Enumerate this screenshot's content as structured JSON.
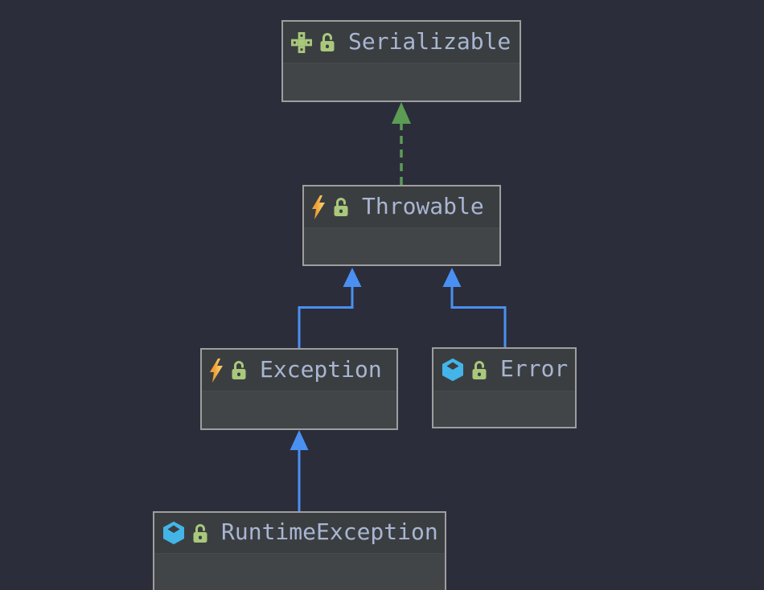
{
  "diagram": {
    "type": "uml-class-diagram",
    "nodes": [
      {
        "id": "serializable",
        "label": "Serializable",
        "kind": "interface",
        "type_icon": "interface-icon",
        "visibility_icon": "lock-icon"
      },
      {
        "id": "throwable",
        "label": "Throwable",
        "kind": "exception-class",
        "type_icon": "exception-class-icon",
        "visibility_icon": "lock-icon"
      },
      {
        "id": "exception",
        "label": "Exception",
        "kind": "exception-class",
        "type_icon": "exception-class-icon",
        "visibility_icon": "lock-icon"
      },
      {
        "id": "error",
        "label": "Error",
        "kind": "class",
        "type_icon": "class-icon",
        "visibility_icon": "lock-icon"
      },
      {
        "id": "runtimeexception",
        "label": "RuntimeException",
        "kind": "class",
        "type_icon": "class-icon",
        "visibility_icon": "lock-icon"
      }
    ],
    "edges": [
      {
        "from": "Throwable",
        "to": "Serializable",
        "relation": "implements",
        "line_style": "dashed",
        "color": "#5c9c55"
      },
      {
        "from": "Exception",
        "to": "Throwable",
        "relation": "extends",
        "line_style": "solid",
        "color": "#4a90f2"
      },
      {
        "from": "Error",
        "to": "Throwable",
        "relation": "extends",
        "line_style": "solid",
        "color": "#4a90f2"
      },
      {
        "from": "RuntimeException",
        "to": "Exception",
        "relation": "extends",
        "line_style": "solid",
        "color": "#4a90f2"
      }
    ],
    "colors": {
      "background": "#2b2d3a",
      "node_border": "#9e9e9e",
      "node_header_bg": "#3b3e41",
      "node_body_bg": "#424548",
      "label_color": "#a9b6d2",
      "implements_color": "#5c9c55",
      "extends_color": "#4a90f2",
      "icon_green": "#a9c87b",
      "class_icon_blue": "#43b5e8",
      "bolt_orange": "#ef9f36",
      "bolt_light": "#f8c861"
    }
  }
}
